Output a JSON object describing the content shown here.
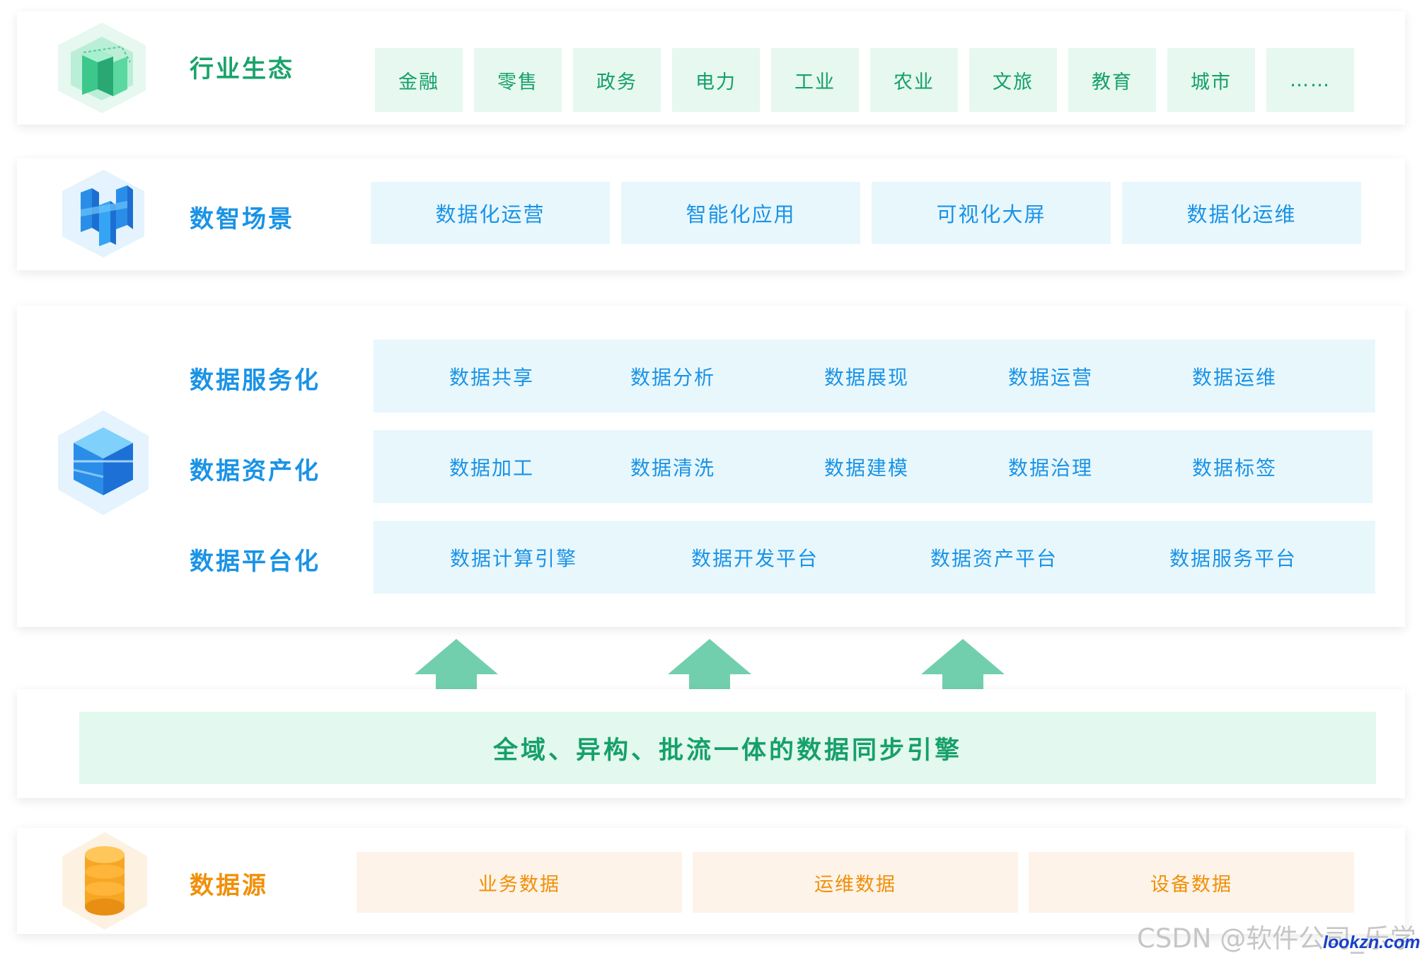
{
  "industry": {
    "title": "行业生态",
    "items": [
      "金融",
      "零售",
      "政务",
      "电力",
      "工业",
      "农业",
      "文旅",
      "教育",
      "城市",
      "……"
    ]
  },
  "scenes": {
    "title": "数智场景",
    "items": [
      "数据化运营",
      "智能化应用",
      "可视化大屏",
      "数据化运维"
    ]
  },
  "platform": {
    "service": {
      "title": "数据服务化",
      "items": [
        "数据共享",
        "数据分析",
        "数据展现",
        "数据运营",
        "数据运维"
      ]
    },
    "asset": {
      "title": "数据资产化",
      "items": [
        "数据加工",
        "数据清洗",
        "数据建模",
        "数据治理",
        "数据标签"
      ]
    },
    "platform": {
      "title": "数据平台化",
      "items": [
        "数据计算引擎",
        "数据开发平台",
        "数据资产平台",
        "数据服务平台"
      ]
    }
  },
  "sync": {
    "text": "全域、异构、批流一体的数据同步引擎"
  },
  "sources": {
    "title": "数据源",
    "items": [
      "业务数据",
      "运维数据",
      "设备数据"
    ]
  },
  "watermark": "CSDN @软件公司_乐学",
  "site_logo": "lookzn.com",
  "colors": {
    "green": "#1aa36b",
    "blue": "#1a93e6",
    "orange": "#f0900a",
    "arrow": "#72cfad"
  }
}
